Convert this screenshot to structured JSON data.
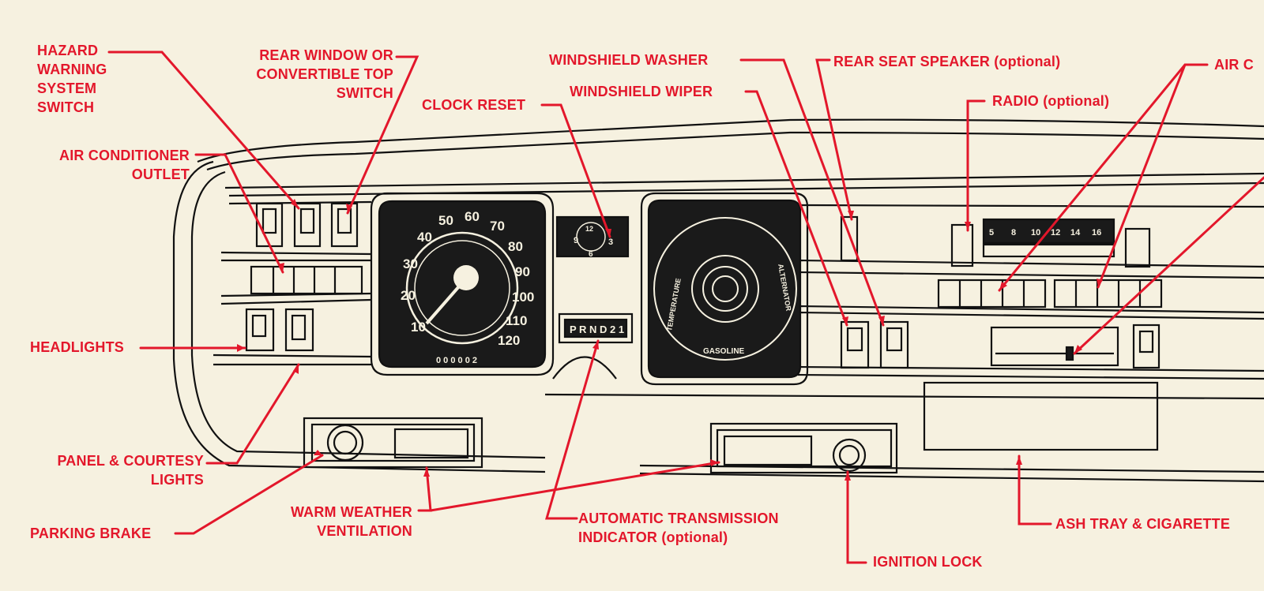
{
  "colors": {
    "label": "#e3172b",
    "ink": "#111111",
    "paper": "#f6f1e0"
  },
  "labels": {
    "hazard": "HAZARD\nWARNING\nSYSTEM\nSWITCH",
    "rear_window": "REAR WINDOW OR\nCONVERTIBLE TOP\nSWITCH",
    "clock_reset": "CLOCK RESET",
    "windshield_washer": "WINDSHIELD WASHER",
    "windshield_wiper": "WINDSHIELD WIPER",
    "rear_seat_speaker": "REAR SEAT SPEAKER (optional)",
    "radio": "RADIO (optional)",
    "air_c": "AIR C",
    "air_conditioner_outlet": "AIR CONDITIONER\nOUTLET",
    "headlights": "HEADLIGHTS",
    "panel_courtesy": "PANEL & COURTESY\nLIGHTS",
    "parking_brake": "PARKING BRAKE",
    "warm_weather": "WARM WEATHER\nVENTILATION",
    "auto_transmission": "AUTOMATIC TRANSMISSION\nINDICATOR (optional)",
    "ignition_lock": "IGNITION LOCK",
    "ash_tray": "ASH TRAY & CIGARETTE"
  },
  "speedometer": {
    "ticks": [
      "10",
      "20",
      "30",
      "40",
      "50",
      "60",
      "70",
      "80",
      "90",
      "100",
      "110",
      "120"
    ],
    "odometer": "0 0 0 0 0 2"
  },
  "clock": {
    "numerals": [
      "12",
      "3",
      "6",
      "9"
    ]
  },
  "gear_indicator": "P R N D 2 1",
  "gauge_cluster": {
    "temperature": "TEMPERATURE",
    "alternator": "ALTERNATOR",
    "gasoline": "GASOLINE"
  },
  "radio_dial": [
    "5",
    "8",
    "10",
    "12",
    "14",
    "16"
  ]
}
